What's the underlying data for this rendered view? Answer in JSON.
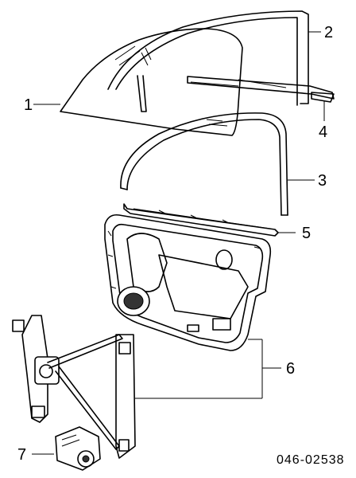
{
  "callouts": [
    {
      "id": "1",
      "text": "1"
    },
    {
      "id": "2",
      "text": "2"
    },
    {
      "id": "3",
      "text": "3"
    },
    {
      "id": "4",
      "text": "4"
    },
    {
      "id": "5",
      "text": "5"
    },
    {
      "id": "6",
      "text": "6"
    },
    {
      "id": "7",
      "text": "7"
    }
  ],
  "diagram_code": "046-02538",
  "colors": {
    "line": "#000000",
    "background": "#ffffff"
  }
}
